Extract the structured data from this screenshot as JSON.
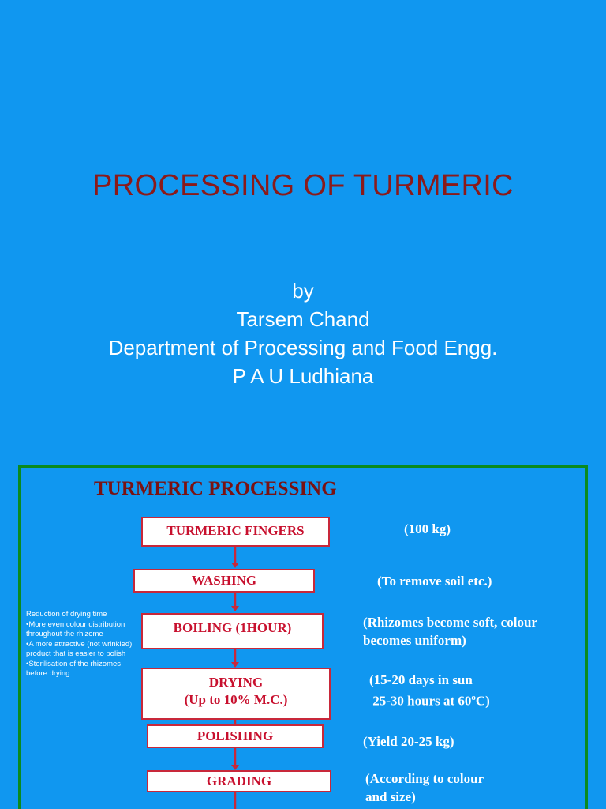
{
  "slide1": {
    "title": "PROCESSING OF TURMERIC",
    "byline": [
      "by",
      "Tarsem Chand",
      "Department of Processing and Food Engg.",
      "P A U Ludhiana"
    ]
  },
  "slide2": {
    "title": "TURMERIC PROCESSING",
    "steps": [
      {
        "label": "TURMERIC FINGERS",
        "note": "(100 kg)"
      },
      {
        "label": "WASHING",
        "note": "(To remove soil etc.)"
      },
      {
        "label": "BOILING (1HOUR)",
        "note": "(Rhizomes become soft, colour\nbecomes uniform)"
      },
      {
        "label_line1": "DRYING",
        "label_line2": "(Up to 10% M.C.)",
        "note_line1": "(15-20 days in sun",
        "note_line2_pre": " 25-30 hours at 60",
        "note_line2_sup": "o",
        "note_line2_post": "C)"
      },
      {
        "label": "POLISHING",
        "note": "(Yield 20-25 kg)"
      },
      {
        "label": "GRADING",
        "note": "(According to colour\nand size)"
      }
    ],
    "side_notes": [
      "Reduction of drying time",
      "•More even colour distribution throughout the rhizome",
      "•A more attractive (not wrinkled) product that is easier to polish",
      "•Sterilisation of the rhizomes before drying."
    ],
    "colors": {
      "background": "#1097f0",
      "frame": "#0b8a1e",
      "box_border": "#c8283a",
      "box_text": "#c8102e",
      "title": "#7a1212",
      "arrow": "#c8283a"
    }
  }
}
